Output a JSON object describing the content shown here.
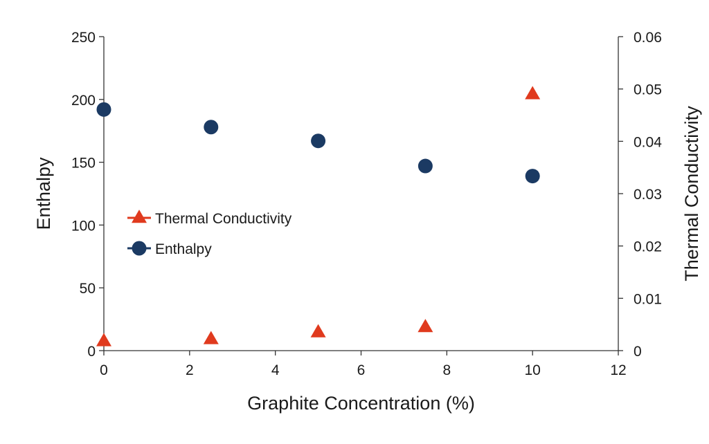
{
  "chart_data": {
    "type": "scatter",
    "title": "",
    "xlabel": "Graphite Concentration (%)",
    "ylabel": "Enthalpy",
    "y2label": "Thermal Conductivity",
    "xlim": [
      0,
      12
    ],
    "ylim": [
      0,
      250
    ],
    "y2lim": [
      0,
      0.06
    ],
    "xticks": [
      0,
      2,
      4,
      6,
      8,
      10,
      12
    ],
    "yticks": [
      0,
      50,
      100,
      150,
      200,
      250
    ],
    "y2ticks": [
      0,
      0.01,
      0.02,
      0.03,
      0.04,
      0.05,
      0.06
    ],
    "grid": false,
    "legend_position": "center-left",
    "series": [
      {
        "name": "Thermal Conductivity",
        "axis": "right",
        "marker": "triangle",
        "color": "#e03a1e",
        "x": [
          0,
          2.5,
          5,
          7.5,
          10
        ],
        "y": [
          0.0018,
          0.0022,
          0.0035,
          0.0045,
          0.049
        ]
      },
      {
        "name": "Enthalpy",
        "axis": "left",
        "marker": "circle",
        "color": "#1b3a63",
        "x": [
          0,
          2.5,
          5,
          7.5,
          10
        ],
        "y": [
          192,
          178,
          167,
          147,
          139
        ]
      }
    ]
  }
}
